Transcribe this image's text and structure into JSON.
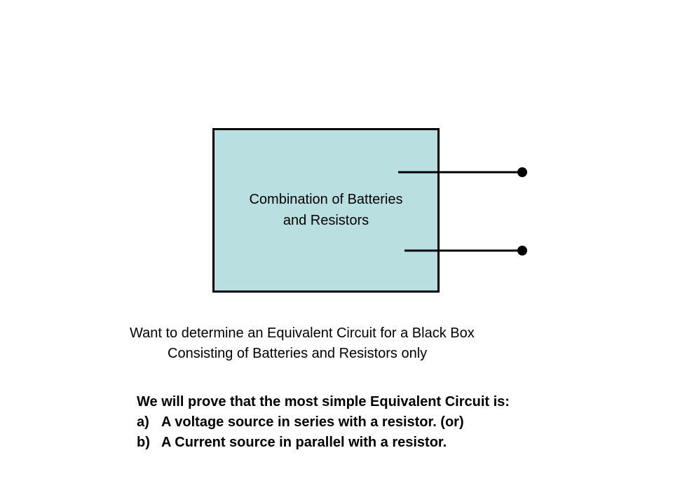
{
  "diagram": {
    "box_label_line1": "Combination of Batteries",
    "box_label_line2": "and Resistors",
    "box_fill_color": "#b9dfe1",
    "terminals": [
      {
        "id": "upper"
      },
      {
        "id": "lower"
      }
    ]
  },
  "caption": {
    "line1": "Want to determine an Equivalent Circuit for a Black Box",
    "line2": "Consisting of Batteries and Resistors only"
  },
  "proof": {
    "heading": "We will prove that the most simple Equivalent Circuit is:",
    "items": [
      {
        "marker": "a)",
        "text": "A voltage source in series with a resistor.  (or)"
      },
      {
        "marker": "b)",
        "text": "A Current source in parallel with a resistor."
      }
    ]
  }
}
